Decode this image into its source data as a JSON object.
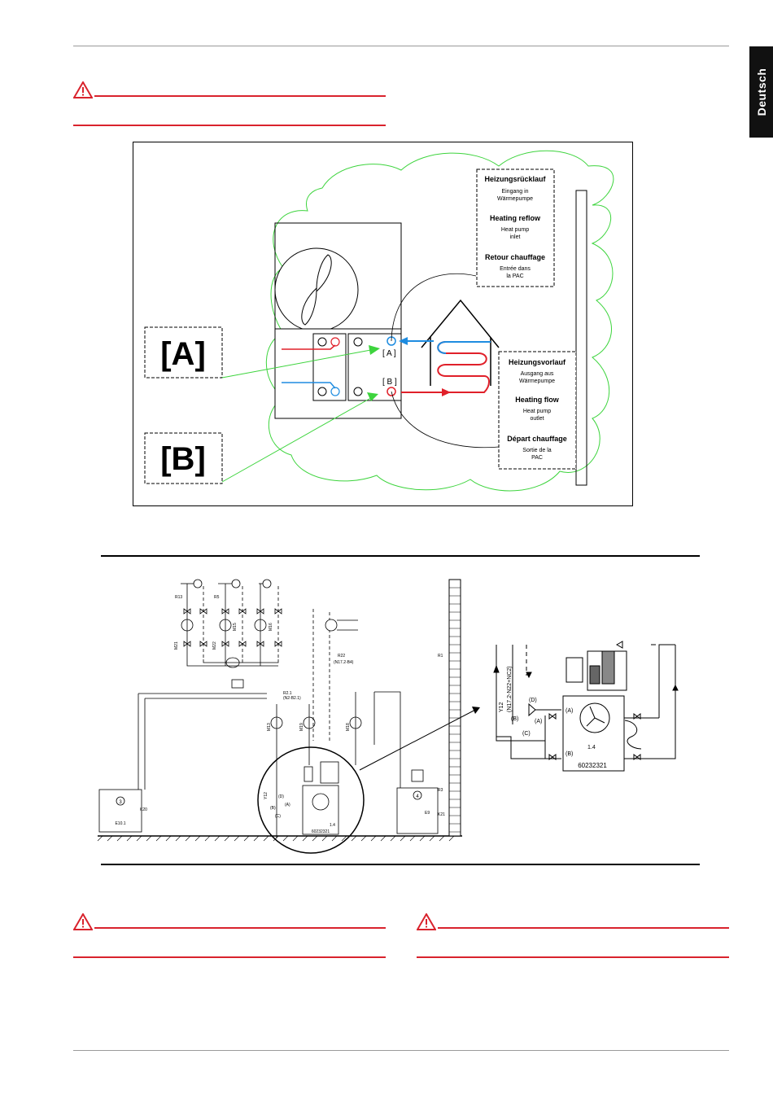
{
  "sidebar": {
    "language_tab": "Deutsch"
  },
  "colors": {
    "warning_red": "#d9232d",
    "accent_green": "#3dd43d",
    "flow_blue": "#1e8ce0",
    "flow_red": "#e0202a"
  },
  "figure1": {
    "callout_a": "[A]",
    "callout_b": "[B]",
    "port_a": "[ A ]",
    "port_b": "[ B ]",
    "return_box": {
      "de_title": "Heizungsrücklauf",
      "de_sub_1": "Eingang in",
      "de_sub_2": "Wärmepumpe",
      "en_title": "Heating reflow",
      "en_sub_1": "Heat pump",
      "en_sub_2": "inlet",
      "fr_title": "Retour chauffage",
      "fr_sub_1": "Entrée dans",
      "fr_sub_2": "la PAC"
    },
    "flow_box": {
      "de_title": "Heizungsvorlauf",
      "de_sub_1": "Ausgang aus",
      "de_sub_2": "Wärmepumpe",
      "en_title": "Heating flow",
      "en_sub_1": "Heat pump",
      "en_sub_2": "outlet",
      "fr_title": "Départ chauffage",
      "fr_sub_1": "Sortie de la",
      "fr_sub_2": "PAC"
    }
  },
  "figure2": {
    "labels": {
      "r13": "R13",
      "r5": "R5",
      "r22": "R22",
      "r22_ref": "(N17.2-B4)",
      "r1": "R1",
      "r2_1": "R2.1",
      "r2_1_ref": "(N2-B2.1)",
      "r3": "R3",
      "m21": "M21",
      "m22": "M22",
      "m15": "M15",
      "m16": "M16",
      "m13": "M13",
      "m19": "M19",
      "m18": "M18",
      "y12": "Y12",
      "k20": "K20",
      "k21": "K21",
      "e9": "E9",
      "e10_1": "E10.1",
      "item_3": "3",
      "item_4": "4",
      "item_1_4": "1.4",
      "port_a": "(A)",
      "port_b": "(B)",
      "port_c": "(C)",
      "port_d": "(D)",
      "serial_small": "60232321"
    },
    "detail": {
      "y12_label": "Y12",
      "y12_ref": "(N17.2-N22+NC2)",
      "port_a1": "(A)",
      "port_a2": "(A)",
      "port_b1": "(B)",
      "port_b2": "(B)",
      "port_c": "(C)",
      "port_d": "(D)",
      "module_label": "1.4",
      "serial": "60232321"
    }
  }
}
